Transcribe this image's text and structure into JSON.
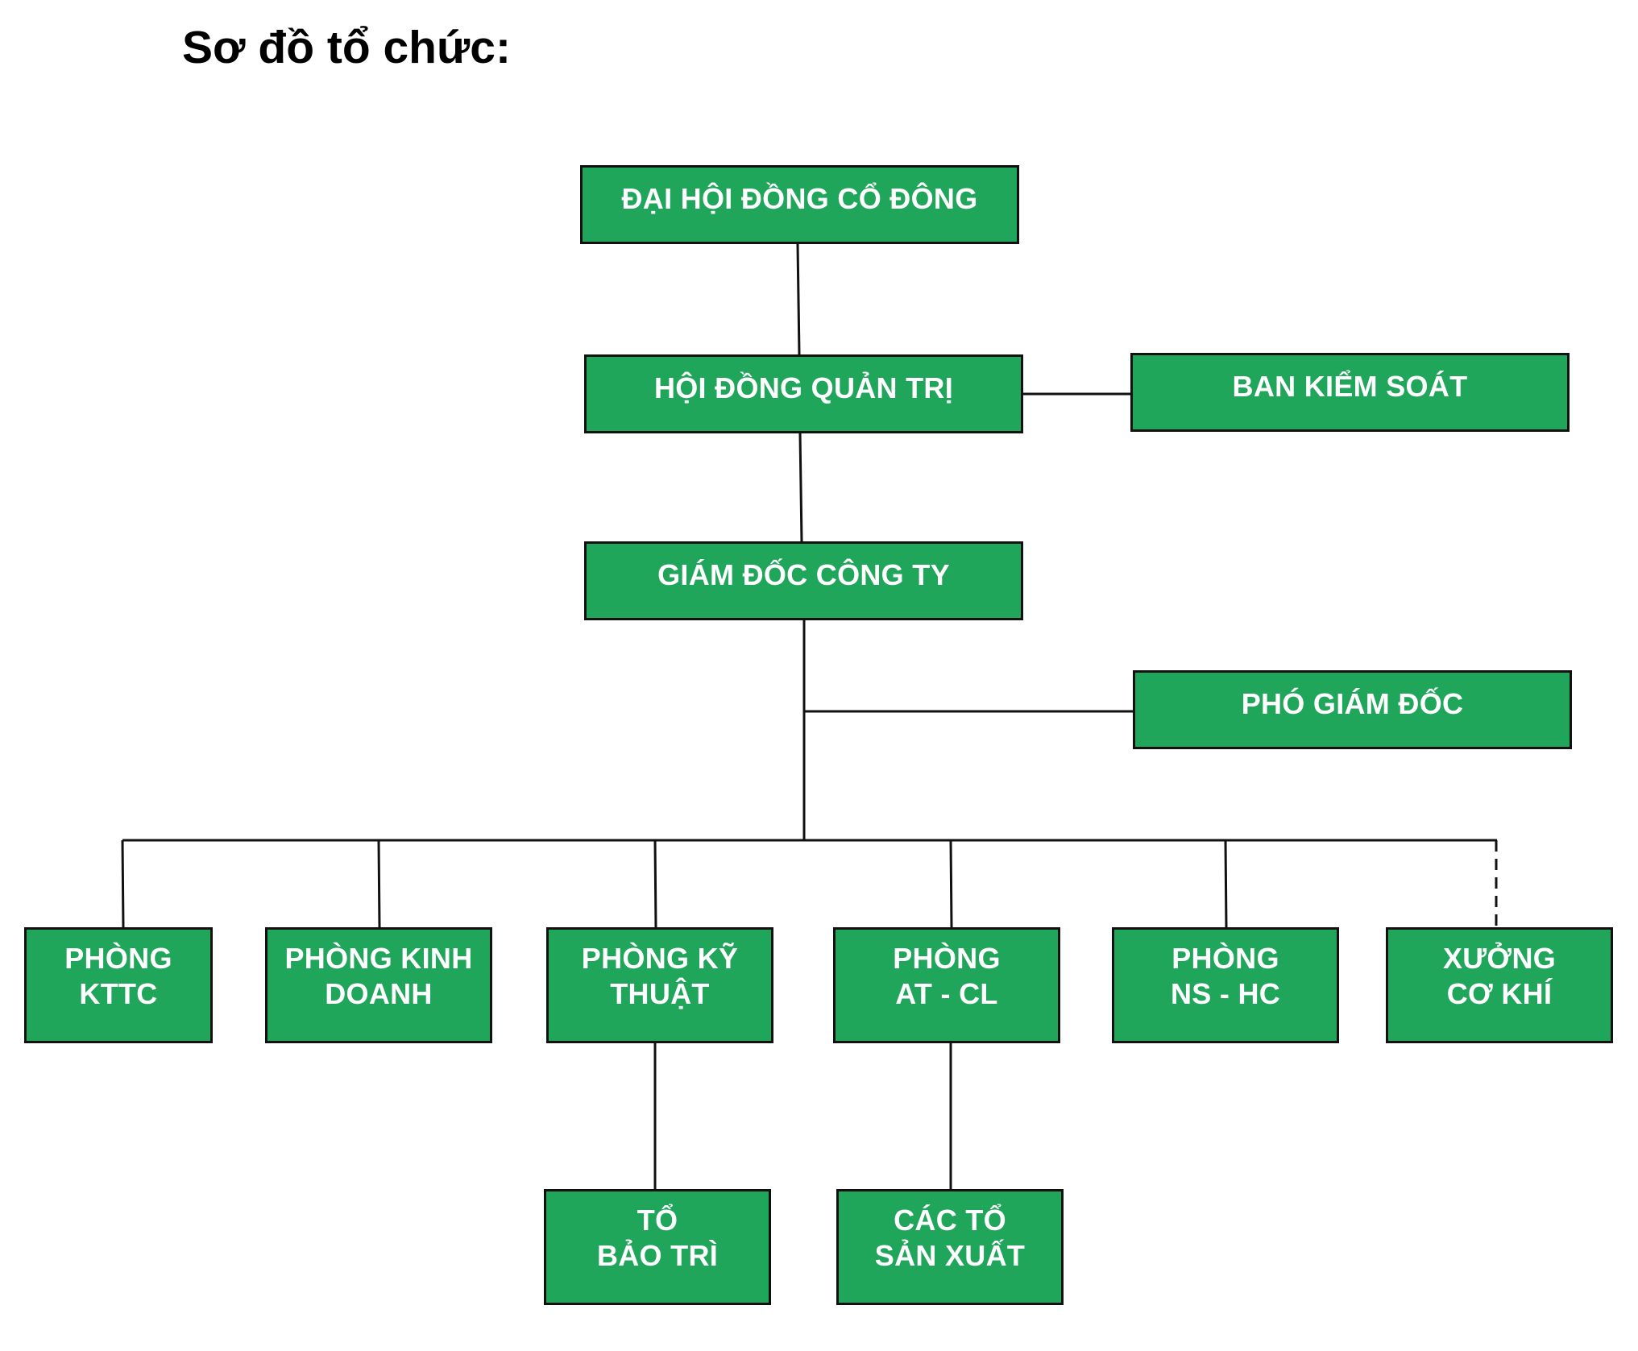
{
  "title": "Sơ đồ tổ chức:",
  "colors": {
    "box_fill": "#1fa65a",
    "box_border": "#111111",
    "box_text": "#ffffff",
    "connector": "#111111"
  },
  "org_chart": {
    "nodes": {
      "dai_hoi_dong_co_dong": "ĐẠI HỘI ĐỒNG CỔ ĐÔNG",
      "hoi_dong_quan_tri": "HỘI ĐỒNG QUẢN TRỊ",
      "ban_kiem_soat": "BAN KIỂM SOÁT",
      "giam_doc_cong_ty": "GIÁM ĐỐC CÔNG TY",
      "pho_giam_doc": "PHÓ GIÁM ĐỐC",
      "phong_kttc": "PHÒNG\nKTTC",
      "phong_kinh_doanh": "PHÒNG KINH\nDOANH",
      "phong_ky_thuat": "PHÒNG KỸ\nTHUẬT",
      "phong_at_cl": "PHÒNG\nAT - CL",
      "phong_ns_hc": "PHÒNG\nNS - HC",
      "xuong_co_khi": "XƯỞNG\nCƠ KHÍ",
      "to_bao_tri": "TỔ\nBẢO TRÌ",
      "cac_to_san_xuat": "CÁC TỔ\nSẢN XUẤT"
    },
    "edges": [
      {
        "from": "dai_hoi_dong_co_dong",
        "to": "hoi_dong_quan_tri",
        "style": "solid"
      },
      {
        "from": "hoi_dong_quan_tri",
        "to": "ban_kiem_soat",
        "style": "solid"
      },
      {
        "from": "hoi_dong_quan_tri",
        "to": "giam_doc_cong_ty",
        "style": "solid"
      },
      {
        "from": "giam_doc_cong_ty",
        "to": "pho_giam_doc",
        "style": "solid"
      },
      {
        "from": "giam_doc_cong_ty",
        "to": "phong_kttc",
        "style": "solid"
      },
      {
        "from": "giam_doc_cong_ty",
        "to": "phong_kinh_doanh",
        "style": "solid"
      },
      {
        "from": "giam_doc_cong_ty",
        "to": "phong_ky_thuat",
        "style": "solid"
      },
      {
        "from": "giam_doc_cong_ty",
        "to": "phong_at_cl",
        "style": "solid"
      },
      {
        "from": "giam_doc_cong_ty",
        "to": "phong_ns_hc",
        "style": "solid"
      },
      {
        "from": "giam_doc_cong_ty",
        "to": "xuong_co_khi",
        "style": "dashed"
      },
      {
        "from": "phong_ky_thuat",
        "to": "to_bao_tri",
        "style": "solid"
      },
      {
        "from": "phong_at_cl",
        "to": "cac_to_san_xuat",
        "style": "solid"
      }
    ]
  }
}
